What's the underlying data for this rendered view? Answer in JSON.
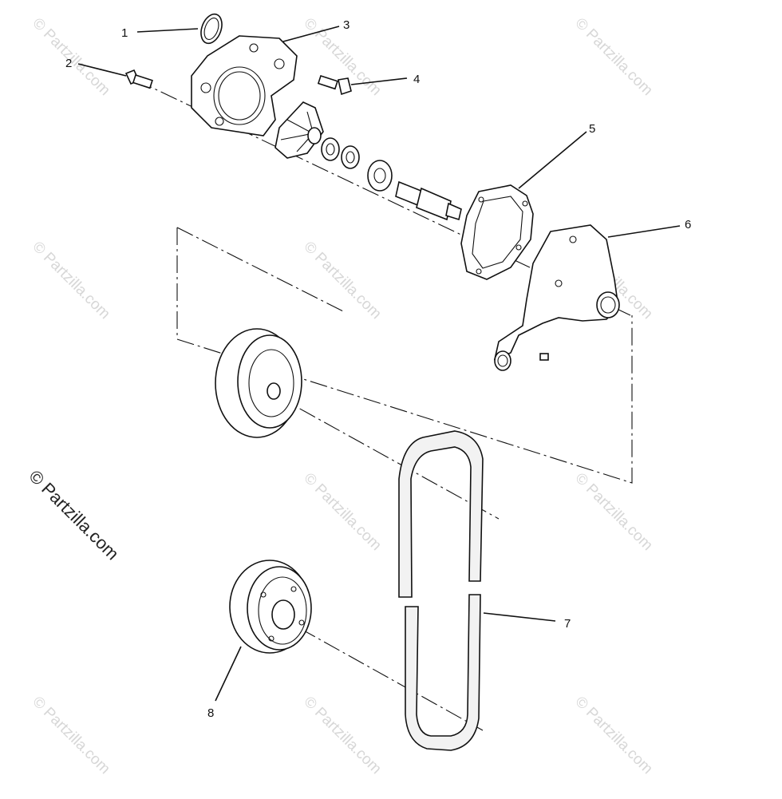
{
  "diagram": {
    "callouts": [
      {
        "id": "1",
        "label": "1"
      },
      {
        "id": "2",
        "label": "2"
      },
      {
        "id": "3",
        "label": "3"
      },
      {
        "id": "4",
        "label": "4"
      },
      {
        "id": "5",
        "label": "5"
      },
      {
        "id": "6",
        "label": "6"
      },
      {
        "id": "7",
        "label": "7"
      },
      {
        "id": "8",
        "label": "8"
      }
    ]
  },
  "watermark": {
    "text": "© Partzilla.com"
  }
}
